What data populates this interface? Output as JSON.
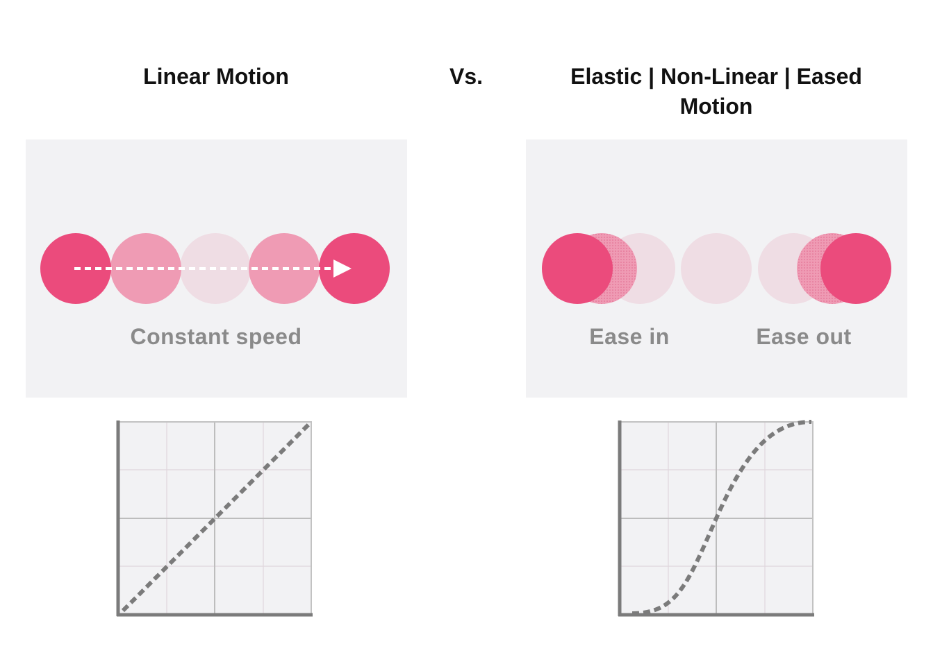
{
  "headings": {
    "left": "Linear Motion",
    "vs": "Vs.",
    "right": "Elastic | Non-Linear | Eased Motion"
  },
  "panels": {
    "linear": {
      "caption": "Constant speed"
    },
    "eased": {
      "ease_in_caption": "Ease in",
      "ease_out_caption": "Ease out"
    }
  },
  "colors": {
    "accent": "#eb4b7c",
    "accent_mid": "#ef9bb4",
    "accent_light": "#efdde4",
    "panel_bg": "#f2f2f4",
    "caption": "#8a8a8a",
    "curve": "#7b7b7b",
    "grid": "#c9c9c9"
  },
  "graphs": {
    "linear_curve": "linear",
    "eased_curve": "ease-in-out"
  }
}
